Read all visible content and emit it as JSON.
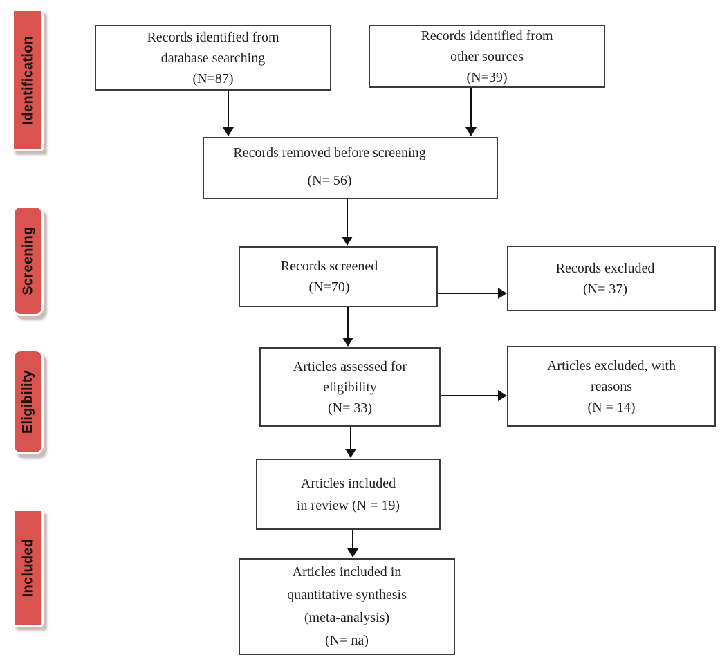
{
  "sidebar": {
    "labels": [
      "Identification",
      "Screening",
      "Eligibility",
      "Included"
    ]
  },
  "flow": {
    "records_identified_database": {
      "lines": [
        "Records identified from",
        "database searching",
        "(N=87)"
      ]
    },
    "records_identified_other": {
      "lines": [
        "Records identified from",
        "other sources",
        "(N=39)"
      ]
    },
    "records_removed": {
      "lines": [
        "Records removed before screening",
        "(N= 56)"
      ]
    },
    "records_screened": {
      "lines": [
        "Records screened",
        "(N=70)"
      ]
    },
    "records_excluded": {
      "lines": [
        "Records excluded",
        "(N= 37)"
      ]
    },
    "articles_assessed": {
      "lines": [
        "Articles assessed for",
        "eligibility",
        "(N= 33)"
      ]
    },
    "articles_excluded_reasons": {
      "lines": [
        "Articles excluded, with",
        "reasons",
        "(N = 14)"
      ]
    },
    "articles_included_review": {
      "lines": [
        "Articles included",
        "in review (N = 19)"
      ]
    },
    "articles_included_quant": {
      "lines": [
        "Articles included in",
        "quantitative synthesis",
        "(meta-analysis)",
        "(N= na)"
      ]
    }
  },
  "colors": {
    "stage_fill": "#d9534f",
    "stage_text": "#141414",
    "stage_shadow": "#cbbaba",
    "box_border": "#3a3a3a",
    "text": "#1f1f1f",
    "arrow": "#111111"
  }
}
